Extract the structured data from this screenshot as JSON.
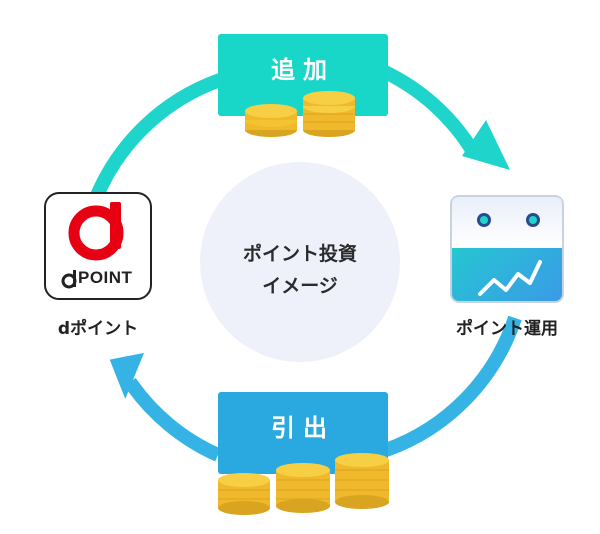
{
  "center": {
    "line1": "ポイント投資",
    "line2": "イメージ"
  },
  "nodes": {
    "add": {
      "label": "追加"
    },
    "withdraw": {
      "label": "引出"
    },
    "dpoint": {
      "label": "dポイント",
      "logo_text": "POINT",
      "logo_letter": "d"
    },
    "investment": {
      "label": "ポイント運用"
    }
  },
  "colors": {
    "teal": "#18d6c8",
    "blue": "#2aa9e0",
    "cycle_teal": "#1fd5cb",
    "cycle_blue": "#34b3e4",
    "center_bg": "#eef1f9",
    "dpoint_red": "#e60012",
    "coin_gold": "#f4c430",
    "coin_edge": "#d9a520"
  },
  "icons": [
    "d-point-logo-icon",
    "coin-stack-icon",
    "investment-app-icon",
    "chart-line-icon"
  ]
}
